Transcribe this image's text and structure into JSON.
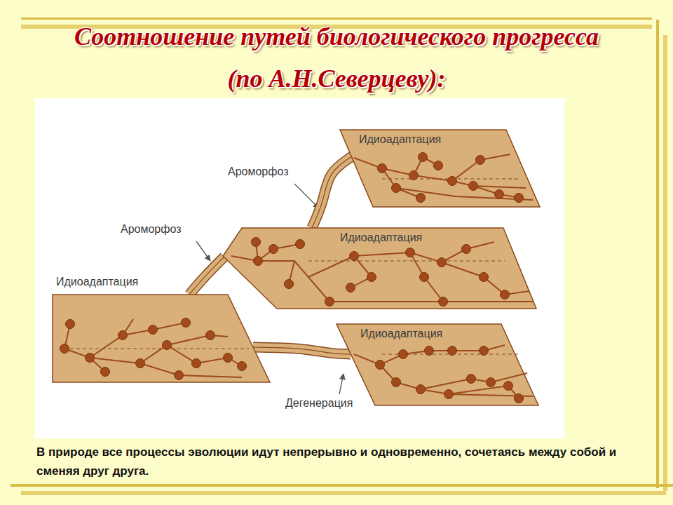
{
  "diagram": {
    "title": "Соотношение путей биологического прогресса (по А.Н.Северцеву):",
    "caption": "В природе все процессы эволюции идут непрерывно и одновременно, сочетаясь между собой и сменяя друг друга.",
    "nodes": [
      {
        "text": [
          "Идиоадаптация"
        ]
      },
      {
        "text": [
          "Идиоадаптация"
        ]
      },
      {
        "text": [
          "Идиоадаптация"
        ]
      },
      {
        "text": [
          "Идиоадаптация"
        ]
      }
    ],
    "edges": [
      {
        "from": 2,
        "to": 1,
        "arrow": "none",
        "label": "Ароморфоз"
      },
      {
        "from": 1,
        "to": 0,
        "arrow": "none",
        "label": "Ароморфоз"
      },
      {
        "from": 2,
        "to": 3,
        "arrow": "none",
        "label": "Дегенерация"
      }
    ]
  }
}
